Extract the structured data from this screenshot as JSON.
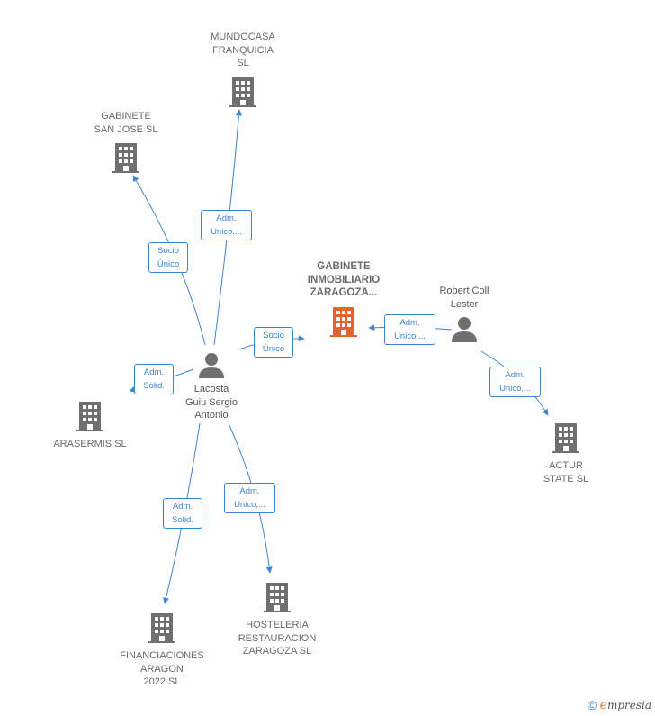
{
  "nodes": {
    "mundocasa": {
      "label": "MUNDOCASA\nFRANQUICIA\nSL",
      "kind": "company"
    },
    "sanjose": {
      "label": "GABINETE\nSAN JOSE  SL",
      "kind": "company"
    },
    "focus": {
      "label": "GABINETE\nINMOBILIARIO\nZARAGOZA...",
      "kind": "focus"
    },
    "robert": {
      "label": "Robert Coll\nLester",
      "kind": "person"
    },
    "lacosta": {
      "label": "Lacosta\nGuiu Sergio\nAntonio",
      "kind": "person"
    },
    "arasermis": {
      "label": "ARASERMIS SL",
      "kind": "company"
    },
    "actur": {
      "label": "ACTUR\nSTATE  SL",
      "kind": "company"
    },
    "hosteleria": {
      "label": "HOSTELERIA\nRESTAURACION\nZARAGOZA  SL",
      "kind": "company"
    },
    "financiaciones": {
      "label": "FINANCIACIONES\nARAGON\n2022  SL",
      "kind": "company"
    }
  },
  "relations": {
    "r_mundocasa": "Adm.\nUnico,...",
    "r_sanjose": "Socio\nÚnico",
    "r_focus": "Socio\nÚnico",
    "r_robert": "Adm.\nUnico,...",
    "r_actur": "Adm.\nUnico,...",
    "r_arasermis": "Adm.\nSolid.",
    "r_financiaciones": "Adm.\nSolid.",
    "r_hosteleria": "Adm.\nUnico,..."
  },
  "colors": {
    "edge": "#3d85d0",
    "building": "#6f6f6f",
    "building_focus": "#e8632b",
    "person": "#6f6f6f"
  },
  "footer": {
    "copyright": "©",
    "brand_e": "e",
    "brand_rest": "mpresia"
  }
}
